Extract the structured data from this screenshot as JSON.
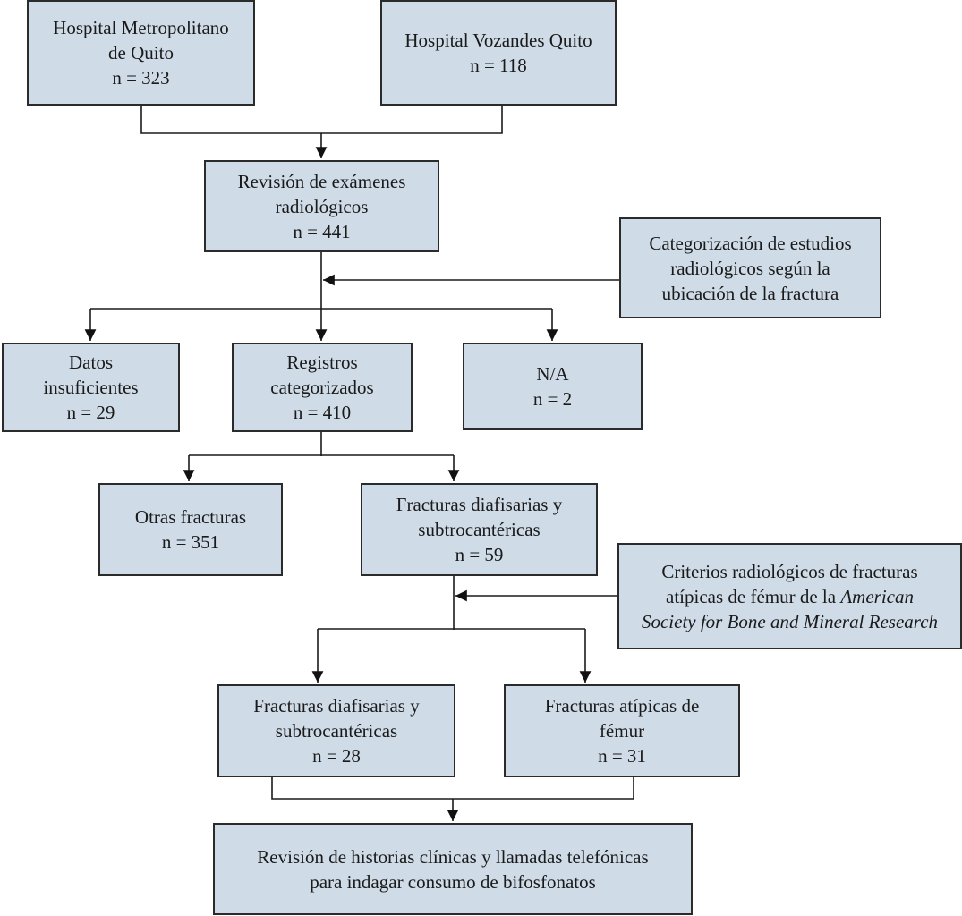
{
  "diagram": {
    "type": "flowchart",
    "colors": {
      "box_fill": "#cfdce8",
      "box_border": "#2b2b2b",
      "line": "#1a1a1a"
    },
    "nodes": {
      "hosp_metro": {
        "lines": [
          "Hospital Metropolitano",
          "de Quito",
          "n = 323"
        ]
      },
      "hosp_voz": {
        "lines": [
          "Hospital Vozandes Quito",
          "n = 118"
        ]
      },
      "revision": {
        "lines": [
          "Revisión de exámenes",
          "radiológicos",
          "n = 441"
        ]
      },
      "categorizacion": {
        "lines": [
          "Categorización de estudios",
          "radiológicos según la",
          "ubicación de la fractura"
        ]
      },
      "datos_insuf": {
        "lines": [
          "Datos",
          "insuficientes",
          "n = 29"
        ]
      },
      "registros": {
        "lines": [
          "Registros",
          "categorizados",
          "n = 410"
        ]
      },
      "na": {
        "lines": [
          "N/A",
          "n = 2"
        ]
      },
      "otras": {
        "lines": [
          "Otras fracturas",
          "n = 351"
        ]
      },
      "diaf59": {
        "lines": [
          "Fracturas diafisarias y",
          "subtrocantéricas",
          "n = 59"
        ]
      },
      "criterios": {
        "line1": "Criterios radiológicos de fracturas",
        "line2_plain": "atípicas de fémur de la ",
        "line2_italic": "American",
        "line3_italic": "Society for Bone and Mineral Research"
      },
      "diaf28": {
        "lines": [
          "Fracturas diafisarias y",
          "subtrocantéricas",
          "n = 28"
        ]
      },
      "atipicas": {
        "lines": [
          "Fracturas atípicas de",
          "fémur",
          "n = 31"
        ]
      },
      "final": {
        "lines": [
          "Revisión de historias clínicas y llamadas telefónicas",
          "para indagar consumo de bifosfonatos"
        ]
      }
    },
    "edges": [
      [
        "hosp_metro",
        "revision"
      ],
      [
        "hosp_voz",
        "revision"
      ],
      [
        "categorizacion",
        "revision-branch"
      ],
      [
        "revision",
        "datos_insuf"
      ],
      [
        "revision",
        "registros"
      ],
      [
        "revision",
        "na"
      ],
      [
        "registros",
        "otras"
      ],
      [
        "registros",
        "diaf59"
      ],
      [
        "criterios",
        "diaf59-branch"
      ],
      [
        "diaf59",
        "diaf28"
      ],
      [
        "diaf59",
        "atipicas"
      ],
      [
        "diaf28",
        "final"
      ],
      [
        "atipicas",
        "final"
      ]
    ]
  }
}
